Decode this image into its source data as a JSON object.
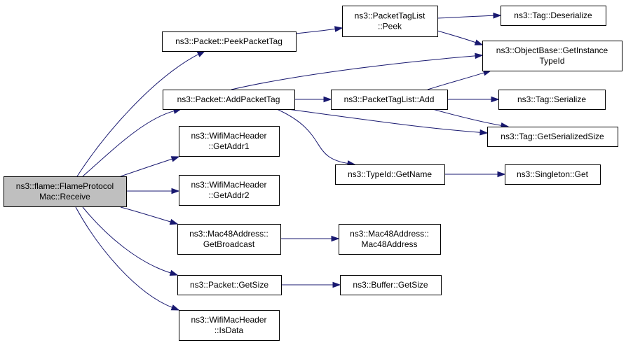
{
  "diagram": {
    "type": "call-graph",
    "colors": {
      "edge": "#191970",
      "root_fill": "#bfbfbf",
      "node_fill": "#ffffff",
      "node_border": "#000000"
    },
    "nodes": [
      {
        "id": "receive",
        "lines": [
          "ns3::flame::FlameProtocol",
          "Mac::Receive"
        ],
        "root": true
      },
      {
        "id": "peekPacketTag",
        "lines": [
          "ns3::Packet::PeekPacketTag"
        ]
      },
      {
        "id": "addPacketTag",
        "lines": [
          "ns3::Packet::AddPacketTag"
        ]
      },
      {
        "id": "getAddr1",
        "lines": [
          "ns3::WifiMacHeader",
          "::GetAddr1"
        ]
      },
      {
        "id": "getAddr2",
        "lines": [
          "ns3::WifiMacHeader",
          "::GetAddr2"
        ]
      },
      {
        "id": "getBroadcast",
        "lines": [
          "ns3::Mac48Address::",
          "GetBroadcast"
        ]
      },
      {
        "id": "packetGetSize",
        "lines": [
          "ns3::Packet::GetSize"
        ]
      },
      {
        "id": "isData",
        "lines": [
          "ns3::WifiMacHeader",
          "::IsData"
        ]
      },
      {
        "id": "ptlPeek",
        "lines": [
          "ns3::PacketTagList",
          "::Peek"
        ]
      },
      {
        "id": "ptlAdd",
        "lines": [
          "ns3::PacketTagList::Add"
        ]
      },
      {
        "id": "typeIdGetName",
        "lines": [
          "ns3::TypeId::GetName"
        ]
      },
      {
        "id": "mac48Address",
        "lines": [
          "ns3::Mac48Address::",
          "Mac48Address"
        ]
      },
      {
        "id": "bufferGetSize",
        "lines": [
          "ns3::Buffer::GetSize"
        ]
      },
      {
        "id": "tagDeserialize",
        "lines": [
          "ns3::Tag::Deserialize"
        ]
      },
      {
        "id": "getInstanceTypeId",
        "lines": [
          "ns3::ObjectBase::GetInstance",
          "TypeId"
        ]
      },
      {
        "id": "tagSerialize",
        "lines": [
          "ns3::Tag::Serialize"
        ]
      },
      {
        "id": "tagGetSerializedSize",
        "lines": [
          "ns3::Tag::GetSerializedSize"
        ]
      },
      {
        "id": "singletonGet",
        "lines": [
          "ns3::Singleton::Get"
        ]
      }
    ],
    "edges": [
      {
        "from": "receive",
        "to": "peekPacketTag"
      },
      {
        "from": "receive",
        "to": "addPacketTag"
      },
      {
        "from": "receive",
        "to": "getAddr1"
      },
      {
        "from": "receive",
        "to": "getAddr2"
      },
      {
        "from": "receive",
        "to": "getBroadcast"
      },
      {
        "from": "receive",
        "to": "packetGetSize"
      },
      {
        "from": "receive",
        "to": "isData"
      },
      {
        "from": "peekPacketTag",
        "to": "ptlPeek"
      },
      {
        "from": "ptlPeek",
        "to": "tagDeserialize"
      },
      {
        "from": "ptlPeek",
        "to": "getInstanceTypeId"
      },
      {
        "from": "addPacketTag",
        "to": "getInstanceTypeId"
      },
      {
        "from": "addPacketTag",
        "to": "ptlAdd"
      },
      {
        "from": "addPacketTag",
        "to": "tagGetSerializedSize"
      },
      {
        "from": "addPacketTag",
        "to": "typeIdGetName"
      },
      {
        "from": "ptlAdd",
        "to": "getInstanceTypeId"
      },
      {
        "from": "ptlAdd",
        "to": "tagSerialize"
      },
      {
        "from": "ptlAdd",
        "to": "tagGetSerializedSize"
      },
      {
        "from": "typeIdGetName",
        "to": "singletonGet"
      },
      {
        "from": "getBroadcast",
        "to": "mac48Address"
      },
      {
        "from": "packetGetSize",
        "to": "bufferGetSize"
      }
    ]
  }
}
